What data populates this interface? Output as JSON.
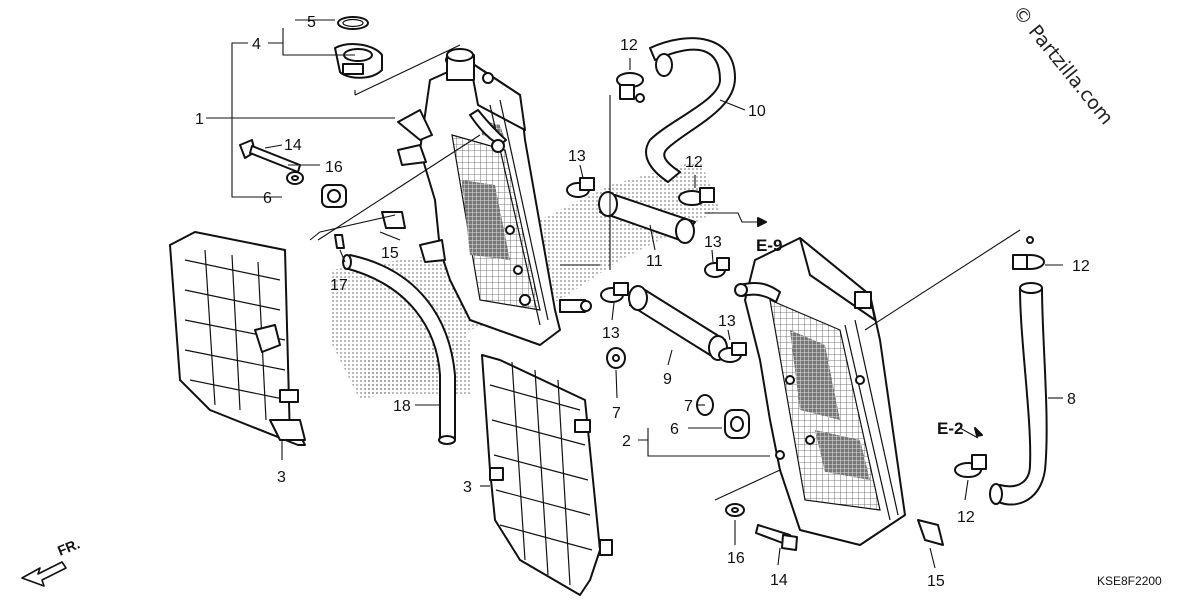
{
  "diagram": {
    "watermark": "© Partzilla.com",
    "code": "KSE8F2200",
    "fr_label": "FR.",
    "references": {
      "e9": "E-9",
      "e2": "E-2"
    },
    "callouts": {
      "l1": "1",
      "l2": "2",
      "l3a": "3",
      "l3b": "3",
      "l4": "4",
      "l5": "5",
      "l6a": "6",
      "l6b": "6",
      "l7a": "7",
      "l7b": "7",
      "l8": "8",
      "l9": "9",
      "l10": "10",
      "l11": "11",
      "l12a": "12",
      "l12b": "12",
      "l12c": "12",
      "l12d": "12",
      "l13a": "13",
      "l13b": "13",
      "l13c": "13",
      "l13d": "13",
      "l14a": "14",
      "l14b": "14",
      "l15a": "15",
      "l15b": "15",
      "l16a": "16",
      "l16b": "16",
      "l17": "17",
      "l18": "18"
    }
  }
}
